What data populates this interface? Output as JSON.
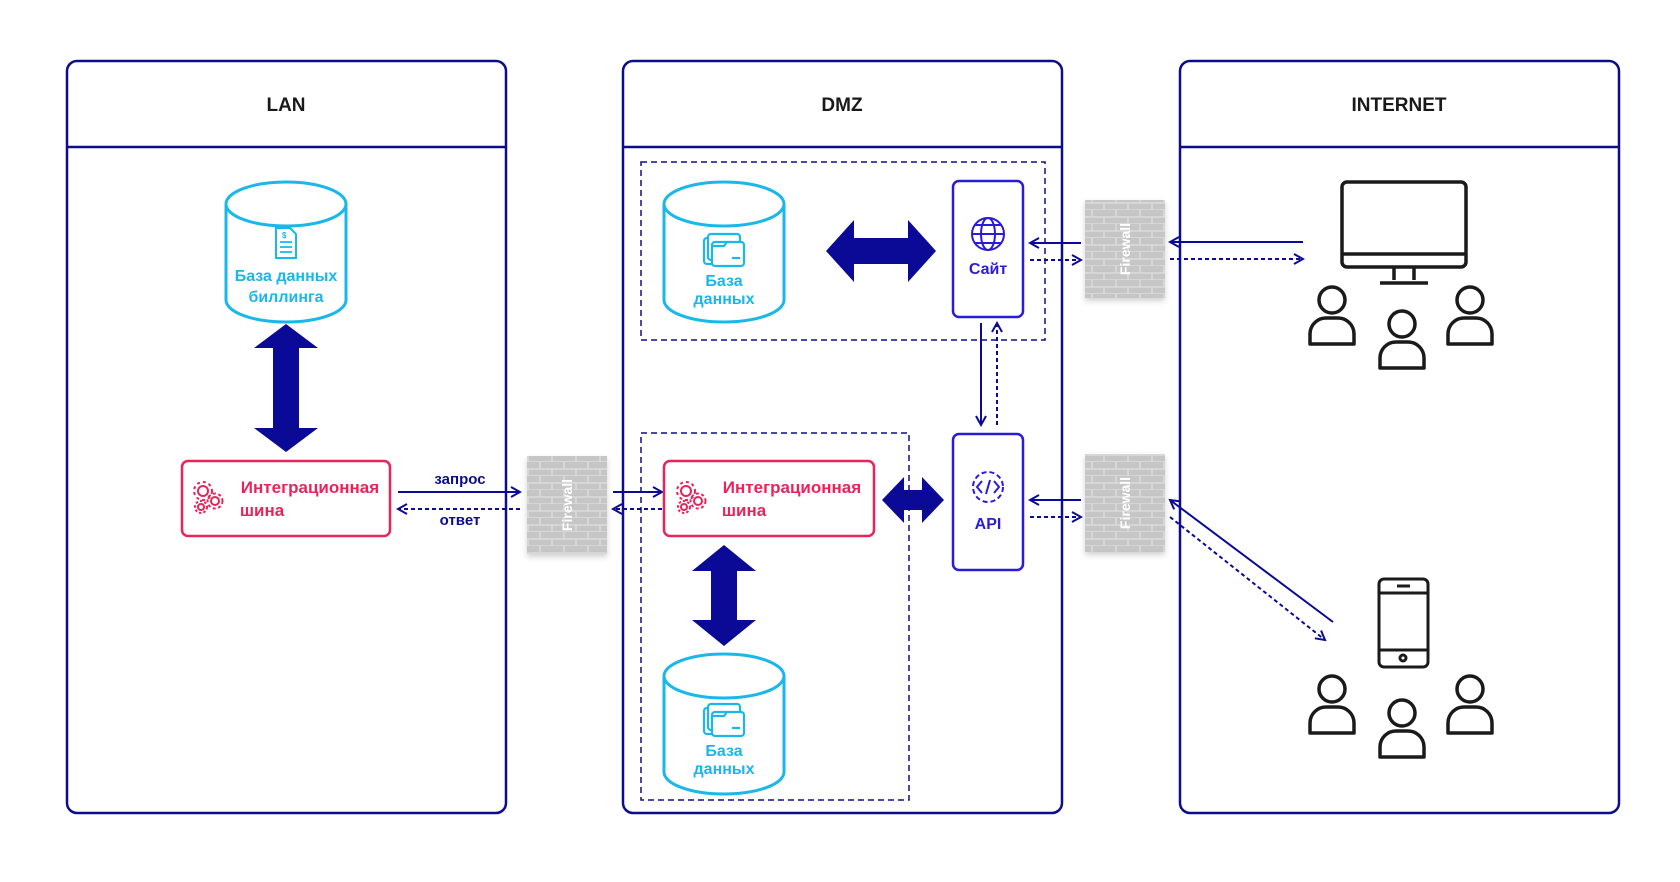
{
  "zones": {
    "lan": "LAN",
    "dmz": "DMZ",
    "internet": "INTERNET"
  },
  "lan": {
    "billing_db_line1": "База данных",
    "billing_db_line2": "биллинга",
    "bus_line1": "Интеграционная",
    "bus_line2": "шина"
  },
  "dmz": {
    "db_top_line1": "База",
    "db_top_line2": "данных",
    "site_label": "Сайт",
    "api_label": "API",
    "bus_line1": "Интеграционная",
    "bus_line2": "шина",
    "db_bottom_line1": "База",
    "db_bottom_line2": "данных"
  },
  "links": {
    "request": "запрос",
    "response": "ответ"
  },
  "firewall_label": "Firewall",
  "colors": {
    "frame": "#0d0d8a",
    "arrow": "#0a0a96",
    "database": "#1ab7ea",
    "bus": "#e8245a",
    "service": "#2b1ad8",
    "firewall": "#c8c8c8",
    "user": "#1a1a1a"
  },
  "icons": [
    "document-icon",
    "folder-icon",
    "globe-icon",
    "code-icon",
    "gears-icon",
    "monitor-icon",
    "smartphone-icon",
    "user-icon",
    "firewall-icon"
  ]
}
